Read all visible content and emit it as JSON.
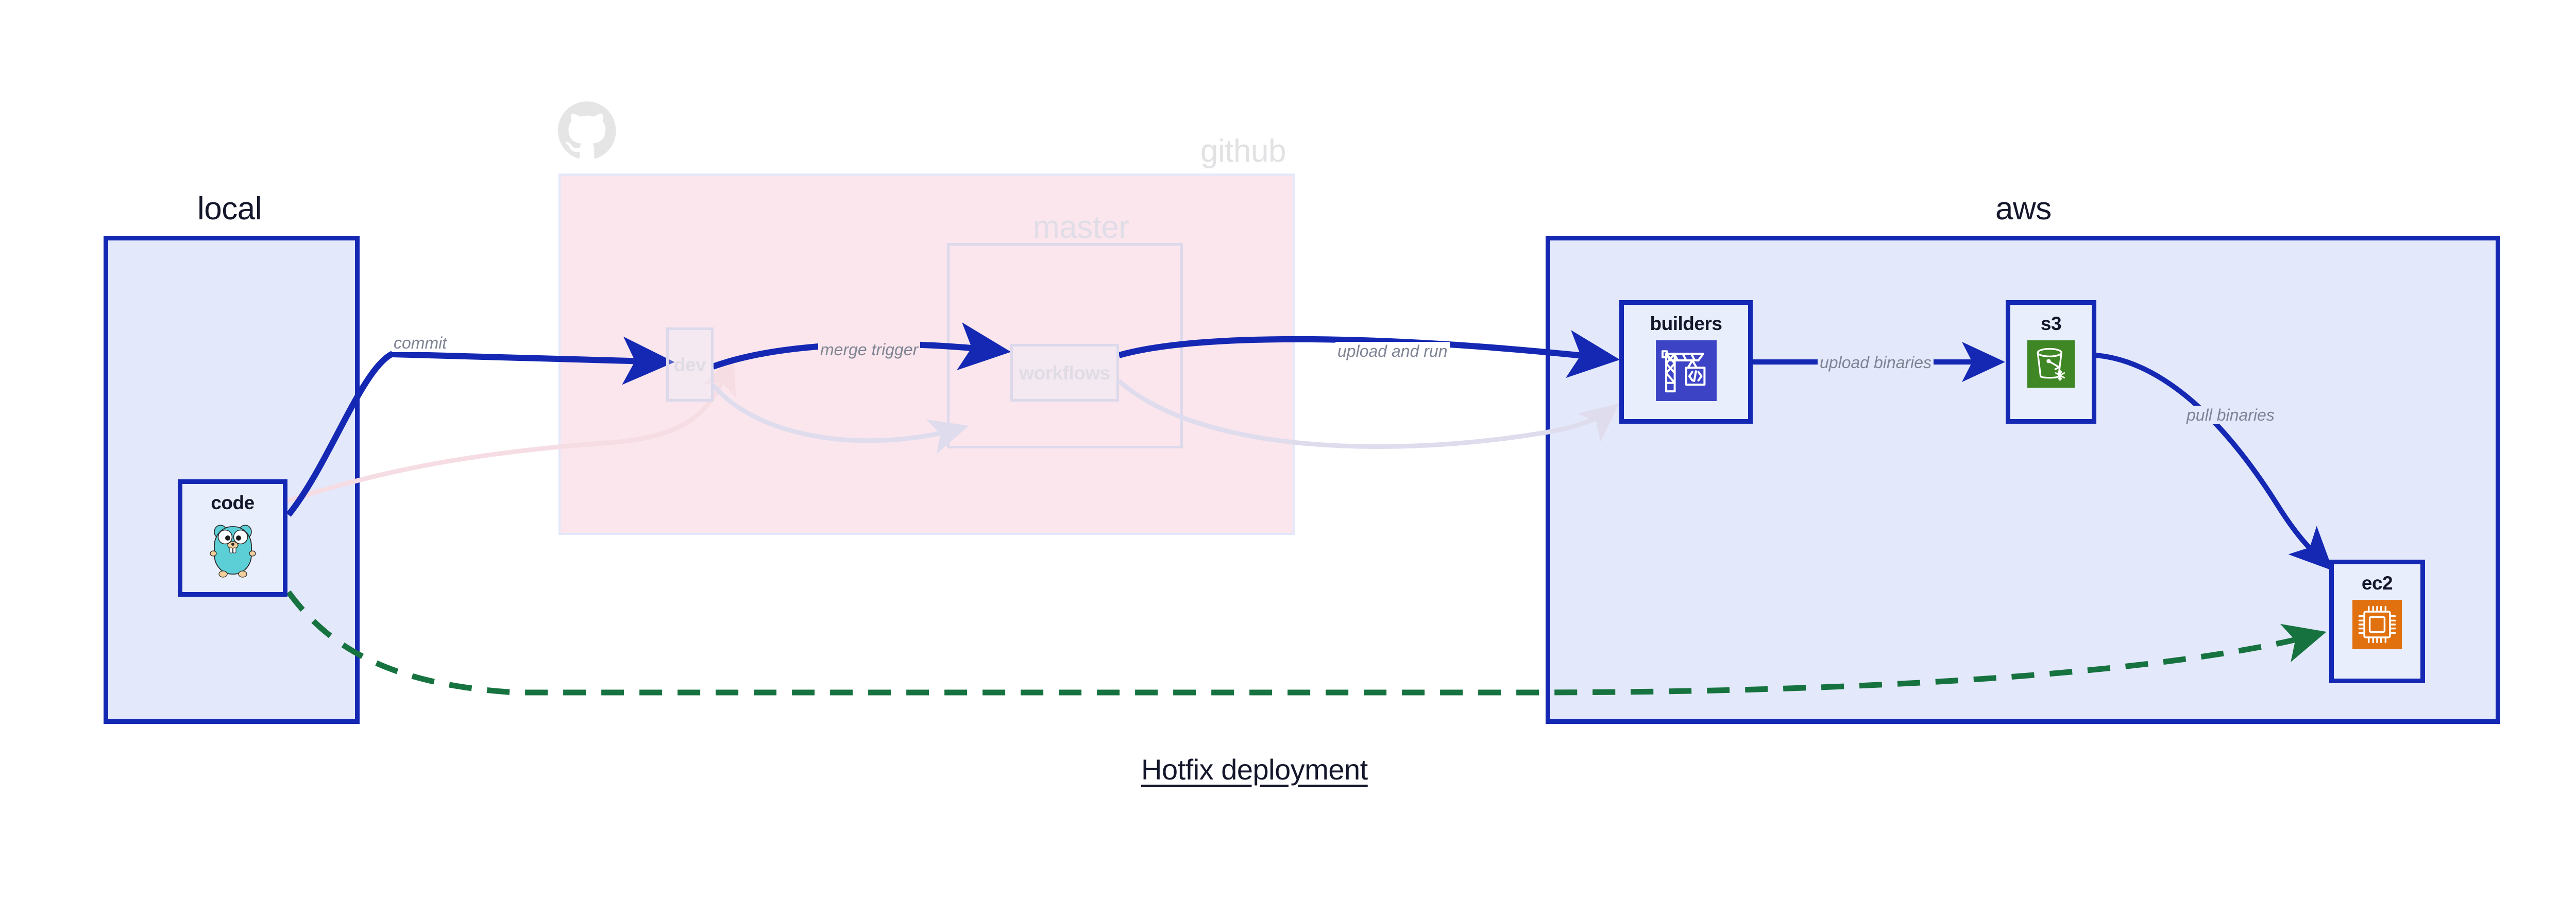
{
  "title": "Hotfix deployment",
  "colors": {
    "cluster_blue_border": "#1428b4",
    "cluster_blue_fill": "#e3e8fb",
    "cluster_pink_fill": "#fae6ec",
    "node_fill": "#e9eefc",
    "edge_blue": "#1428b4",
    "edge_green": "#16733f",
    "edge_label_gray": "#7e8493",
    "faded_border": "#ddd9ec",
    "builders_icon_bg": "#3c43c4",
    "s3_icon_bg": "#3f8624",
    "ec2_icon_bg": "#e1700f",
    "gopher_teal": "#5ccfd6"
  },
  "clusters": [
    {
      "id": "local",
      "label": "local",
      "faded": false
    },
    {
      "id": "github",
      "label": "github",
      "faded": true
    },
    {
      "id": "master",
      "label": "master",
      "faded": true
    },
    {
      "id": "aws",
      "label": "aws",
      "faded": false
    }
  ],
  "nodes": [
    {
      "id": "code",
      "label": "code",
      "icon": "go-gopher-icon",
      "faded": false,
      "cluster": "local"
    },
    {
      "id": "dev",
      "label": "dev",
      "icon": "none",
      "faded": true,
      "cluster": "github"
    },
    {
      "id": "workflows",
      "label": "workflows",
      "icon": "none",
      "faded": true,
      "cluster": "master"
    },
    {
      "id": "builders",
      "label": "builders",
      "icon": "crane-code-icon",
      "faded": false,
      "cluster": "aws"
    },
    {
      "id": "s3",
      "label": "s3",
      "icon": "s3-bucket-icon",
      "faded": false,
      "cluster": "aws"
    },
    {
      "id": "ec2",
      "label": "ec2",
      "icon": "cpu-chip-icon",
      "faded": false,
      "cluster": "aws"
    }
  ],
  "edges": [
    {
      "id": "commit",
      "label": "commit",
      "from": "code",
      "to": "dev",
      "style": "solid",
      "color": "blue",
      "faded": false
    },
    {
      "id": "merge-trigger",
      "label": "merge trigger",
      "from": "dev",
      "to": "workflows",
      "style": "solid",
      "color": "blue",
      "faded": false
    },
    {
      "id": "upload-and-run",
      "label": "upload and run",
      "from": "workflows",
      "to": "builders",
      "style": "solid",
      "color": "blue",
      "faded": false
    },
    {
      "id": "upload-binaries",
      "label": "upload binaries",
      "from": "builders",
      "to": "s3",
      "style": "solid",
      "color": "blue",
      "faded": false
    },
    {
      "id": "pull-binaries",
      "label": "pull binaries",
      "from": "s3",
      "to": "ec2",
      "style": "solid",
      "color": "blue",
      "faded": false
    },
    {
      "id": "hotfix-direct",
      "label": "",
      "from": "code",
      "to": "ec2",
      "style": "dashed",
      "color": "green",
      "faded": false
    },
    {
      "id": "code-to-dev-ghost",
      "label": "",
      "from": "code",
      "to": "dev",
      "style": "solid",
      "color": "pink",
      "faded": true
    },
    {
      "id": "dev-to-workflows-ghost",
      "label": "",
      "from": "dev",
      "to": "workflows",
      "style": "solid",
      "color": "lilac",
      "faded": true
    },
    {
      "id": "workflows-to-builders-ghost",
      "label": "",
      "from": "workflows",
      "to": "builders",
      "style": "solid",
      "color": "lilac",
      "faded": true
    }
  ]
}
